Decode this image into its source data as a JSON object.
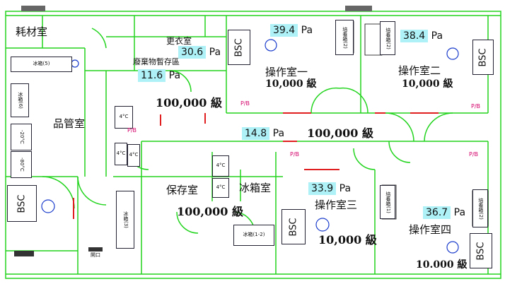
{
  "rooms": {
    "consumables": "耗材室",
    "changing": "更衣室",
    "waste": "廢棄物暫存區",
    "qc": "品管室",
    "op1": "操作室一",
    "op2": "操作室二",
    "op3": "操作室三",
    "op4": "操作室四",
    "storage": "保存室",
    "fridge": "冰箱室"
  },
  "cleanliness": {
    "op1": "10,000 級",
    "op2": "10,000 級",
    "front": "100,000 級",
    "corridor": "100,000 級",
    "storage": "100,000 級",
    "op3": "10,000 級",
    "op4": "10.000 級"
  },
  "pressure": {
    "changing": {
      "value": "30.6",
      "unit": "Pa"
    },
    "front": {
      "value": "11.6",
      "unit": "Pa"
    },
    "op1": {
      "value": "39.4",
      "unit": "Pa"
    },
    "op2": {
      "value": "38.4",
      "unit": "Pa"
    },
    "corridor": {
      "value": "14.8",
      "unit": "Pa"
    },
    "op3": {
      "value": "33.9",
      "unit": "Pa"
    },
    "op4": {
      "value": "36.7",
      "unit": "Pa"
    }
  },
  "equipment": {
    "bsc": "BSC",
    "four_c": "4°C",
    "minus20": "-20°C",
    "minus80": "-80°C",
    "fridge_5": "冰箱(5)",
    "fridge_6": "冰箱(6)",
    "fridge_3": "冰箱(3)",
    "fridge_1_2": "冰箱(1-2)",
    "incubator_1": "培養箱(1)",
    "incubator_2": "培養箱(2)",
    "pass_box": "P/B"
  },
  "corridor_label": "開口"
}
